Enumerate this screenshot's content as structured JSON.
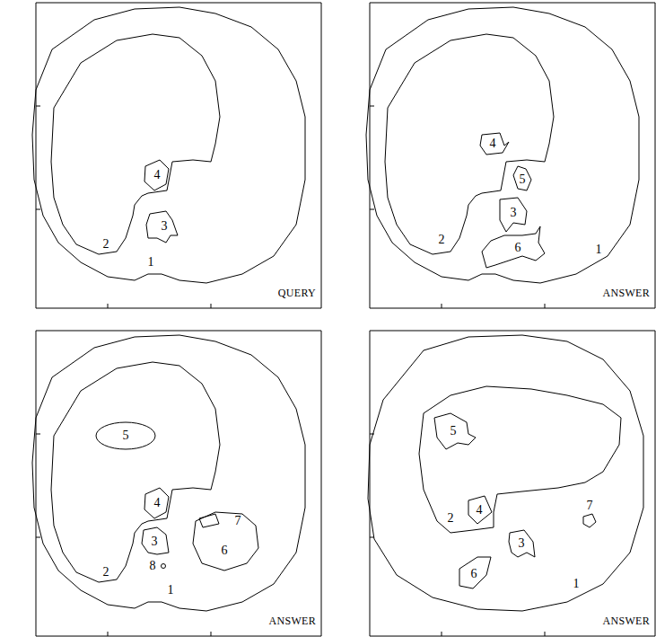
{
  "diagram": {
    "labels": [
      "1",
      "2",
      "3",
      "4",
      "QUERY",
      "1",
      "2",
      "3",
      "4",
      "5",
      "6",
      "ANSWER",
      "1",
      "2",
      "3",
      "4",
      "5",
      "6",
      "7",
      "8",
      "ANSWER",
      "1",
      "2",
      "3",
      "4",
      "5",
      "6",
      "7",
      "ANSWER"
    ]
  }
}
